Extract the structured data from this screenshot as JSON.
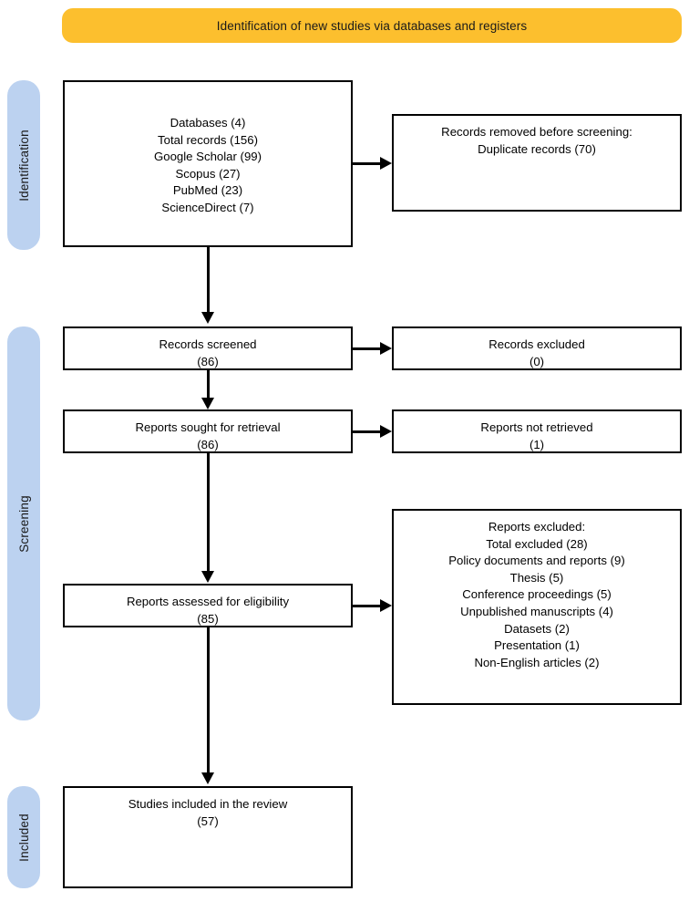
{
  "diagram": {
    "title": "PRISMA flow diagram",
    "colors": {
      "phase_banner": "#fcbf2e",
      "stage_pill": "#bcd2f0",
      "box_border": "#000000",
      "box_fill": "#ffffff"
    }
  },
  "banner": {
    "identification_label": "Identification of new studies via databases and registers"
  },
  "stages": [
    {
      "key": "identification",
      "label": "Identification"
    },
    {
      "key": "screening",
      "label": "Screening"
    },
    {
      "key": "included",
      "label": "Included"
    }
  ],
  "boxes": {
    "records_identified": {
      "text": "Databases (4)\nTotal records (156)\nGoogle Scholar (99)\nScopus (27)\nPubMed (23)\nScienceDirect (7)"
    },
    "records_removed": {
      "text": "Records removed before screening:\nDuplicate records (70)"
    },
    "records_screened": {
      "text": "Records screened\n(86)"
    },
    "records_excluded": {
      "text": "Records excluded\n(0)"
    },
    "reports_sought": {
      "text": "Reports sought for retrieval\n(86)"
    },
    "reports_not_retrieved": {
      "text": "Reports not retrieved\n(1)"
    },
    "reports_assessed": {
      "text": "Reports assessed for eligibility\n(85)"
    },
    "reports_excluded": {
      "text": "Reports excluded:\nTotal excluded (28)\nPolicy documents and reports (9)\nThesis (5)\nConference proceedings (5)\nUnpublished manuscripts (4)\nDatasets (2)\nPresentation (1)\nNon-English articles (2)"
    },
    "studies_included": {
      "text": "Studies included in the review\n(57)"
    }
  },
  "chart_data": {
    "type": "diagram",
    "title": "Identification of new studies via databases and registers",
    "nodes": [
      {
        "id": "records_identified",
        "stage": "Identification",
        "label": "Databases / Total records",
        "values": {
          "Databases": 4,
          "Total records": 156,
          "Google Scholar": 99,
          "Scopus": 27,
          "PubMed": 23,
          "ScienceDirect": 7
        }
      },
      {
        "id": "records_removed",
        "stage": "Identification",
        "label": "Records removed before screening",
        "values": {
          "Duplicate records": 70
        }
      },
      {
        "id": "records_screened",
        "stage": "Screening",
        "label": "Records screened",
        "values": {
          "count": 86
        }
      },
      {
        "id": "records_excluded",
        "stage": "Screening",
        "label": "Records excluded",
        "values": {
          "count": 0
        }
      },
      {
        "id": "reports_sought",
        "stage": "Screening",
        "label": "Reports sought for retrieval",
        "values": {
          "count": 86
        }
      },
      {
        "id": "reports_not_retrieved",
        "stage": "Screening",
        "label": "Reports not retrieved",
        "values": {
          "count": 1
        }
      },
      {
        "id": "reports_assessed",
        "stage": "Screening",
        "label": "Reports assessed for eligibility",
        "values": {
          "count": 85
        }
      },
      {
        "id": "reports_excluded",
        "stage": "Screening",
        "label": "Reports excluded",
        "values": {
          "Total excluded": 28,
          "Policy documents and reports": 9,
          "Thesis": 5,
          "Conference proceedings": 5,
          "Unpublished manuscripts": 4,
          "Datasets": 2,
          "Presentation": 1,
          "Non-English articles": 2
        }
      },
      {
        "id": "studies_included",
        "stage": "Included",
        "label": "Studies included in the review",
        "values": {
          "count": 57
        }
      }
    ],
    "edges": [
      {
        "from": "records_identified",
        "to": "records_removed",
        "direction": "right"
      },
      {
        "from": "records_identified",
        "to": "records_screened",
        "direction": "down"
      },
      {
        "from": "records_screened",
        "to": "records_excluded",
        "direction": "right"
      },
      {
        "from": "records_screened",
        "to": "reports_sought",
        "direction": "down"
      },
      {
        "from": "reports_sought",
        "to": "reports_not_retrieved",
        "direction": "right"
      },
      {
        "from": "reports_sought",
        "to": "reports_assessed",
        "direction": "down"
      },
      {
        "from": "reports_assessed",
        "to": "reports_excluded",
        "direction": "right"
      },
      {
        "from": "reports_assessed",
        "to": "studies_included",
        "direction": "down"
      }
    ]
  }
}
